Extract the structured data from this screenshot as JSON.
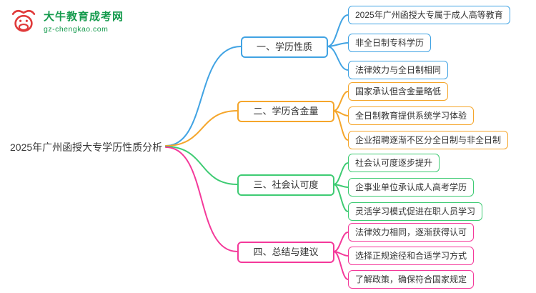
{
  "logo": {
    "site_name": "大牛教育成考网",
    "site_url": "gz-chengkao.com"
  },
  "root": {
    "label": "2025年广州函授大专学历性质分析"
  },
  "colors": {
    "branch1": "#41a3e3",
    "branch2": "#f5a62b",
    "branch3": "#3ecb73",
    "branch4": "#f4399a"
  },
  "branches": [
    {
      "label": "一、学历性质",
      "color": "#41a3e3",
      "children": [
        "2025年广州函授大专属于成人高等教育",
        "非全日制专科学历",
        "法律效力与全日制相同"
      ]
    },
    {
      "label": "二、学历含金量",
      "color": "#f5a62b",
      "children": [
        "国家承认但含金量略低",
        "全日制教育提供系统学习体验",
        "企业招聘逐渐不区分全日制与非全日制"
      ]
    },
    {
      "label": "三、社会认可度",
      "color": "#3ecb73",
      "children": [
        "社会认可度逐步提升",
        "企事业单位承认成人高考学历",
        "灵活学习模式促进在职人员学习"
      ]
    },
    {
      "label": "四、总结与建议",
      "color": "#f4399a",
      "children": [
        "法律效力相同，逐渐获得认可",
        "选择正规途径和合适学习方式",
        "了解政策，确保符合国家规定"
      ]
    }
  ]
}
